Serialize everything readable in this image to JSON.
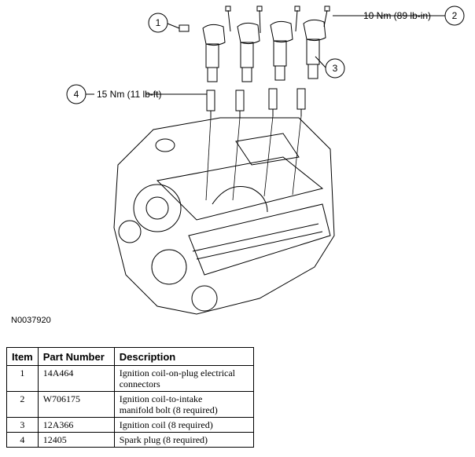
{
  "figure": {
    "id": "N0037920",
    "callouts": [
      {
        "number": "1"
      },
      {
        "number": "2",
        "label": "10 Nm (89 lb-in)"
      },
      {
        "number": "3"
      },
      {
        "number": "4",
        "label": "15 Nm (11 lb-ft)"
      }
    ]
  },
  "table": {
    "headers": {
      "item": "Item",
      "part_number": "Part Number",
      "description": "Description"
    },
    "rows": [
      {
        "item": "1",
        "part_number": "14A464",
        "description_lines": [
          "Ignition coil-on-plug electrical",
          "connectors"
        ]
      },
      {
        "item": "2",
        "part_number": "W706175",
        "description_lines": [
          "Ignition coil-to-intake",
          "manifold bolt (8 required)"
        ]
      },
      {
        "item": "3",
        "part_number": "12A366",
        "description_lines": [
          "Ignition coil (8 required)"
        ]
      },
      {
        "item": "4",
        "part_number": "12405",
        "description_lines": [
          "Spark plug (8 required)"
        ]
      }
    ]
  }
}
